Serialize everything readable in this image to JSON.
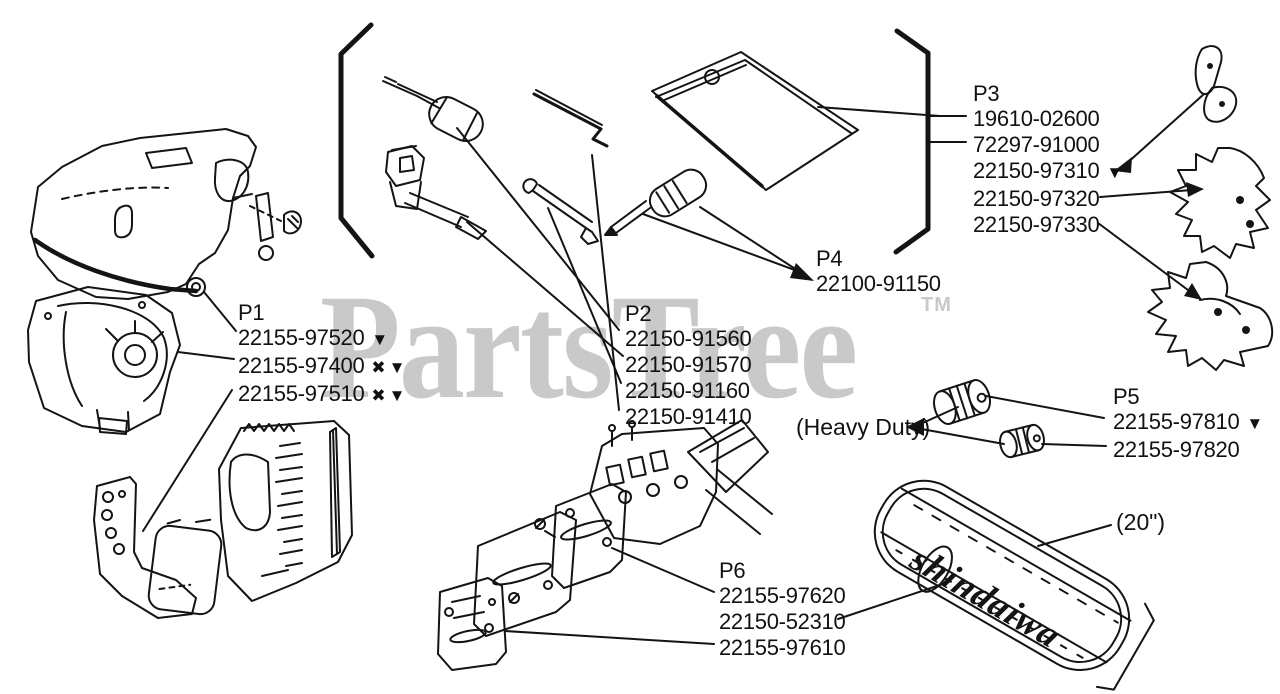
{
  "watermark": {
    "text": "PartsTree",
    "tm": "TM",
    "color": "#c9c9c9"
  },
  "brand_on_part": "shindaiwa",
  "annotations": {
    "heavy_duty": "(Heavy Duty)",
    "bar_length": "(20\")"
  },
  "groups": {
    "p1": {
      "label": "P1",
      "items": [
        {
          "n": "22155-97520",
          "m": "▼"
        },
        {
          "n": "22155-97400",
          "m": "✖▼"
        },
        {
          "n": "22155-97510",
          "m": "✖▼"
        }
      ]
    },
    "p2": {
      "label": "P2",
      "items": [
        {
          "n": "22150-91560",
          "m": ""
        },
        {
          "n": "22150-91570",
          "m": ""
        },
        {
          "n": "22150-91160",
          "m": ""
        },
        {
          "n": "22150-91410",
          "m": ""
        }
      ]
    },
    "p3": {
      "label": "P3",
      "items": [
        {
          "n": "19610-02600",
          "m": ""
        },
        {
          "n": "72297-91000",
          "m": ""
        },
        {
          "n": "22150-97310",
          "m": "▼"
        },
        {
          "n": "22150-97320",
          "m": ""
        },
        {
          "n": "22150-97330",
          "m": ""
        }
      ]
    },
    "p4": {
      "label": "P4",
      "items": [
        {
          "n": "22100-91150",
          "m": ""
        }
      ]
    },
    "p5": {
      "label": "P5",
      "items": [
        {
          "n": "22155-97810",
          "m": "▼"
        },
        {
          "n": "22155-97820",
          "m": ""
        }
      ]
    },
    "p6": {
      "label": "P6",
      "items": [
        {
          "n": "22155-97620",
          "m": ""
        },
        {
          "n": "22150-52310",
          "m": ""
        },
        {
          "n": "22155-97610",
          "m": ""
        }
      ]
    }
  }
}
